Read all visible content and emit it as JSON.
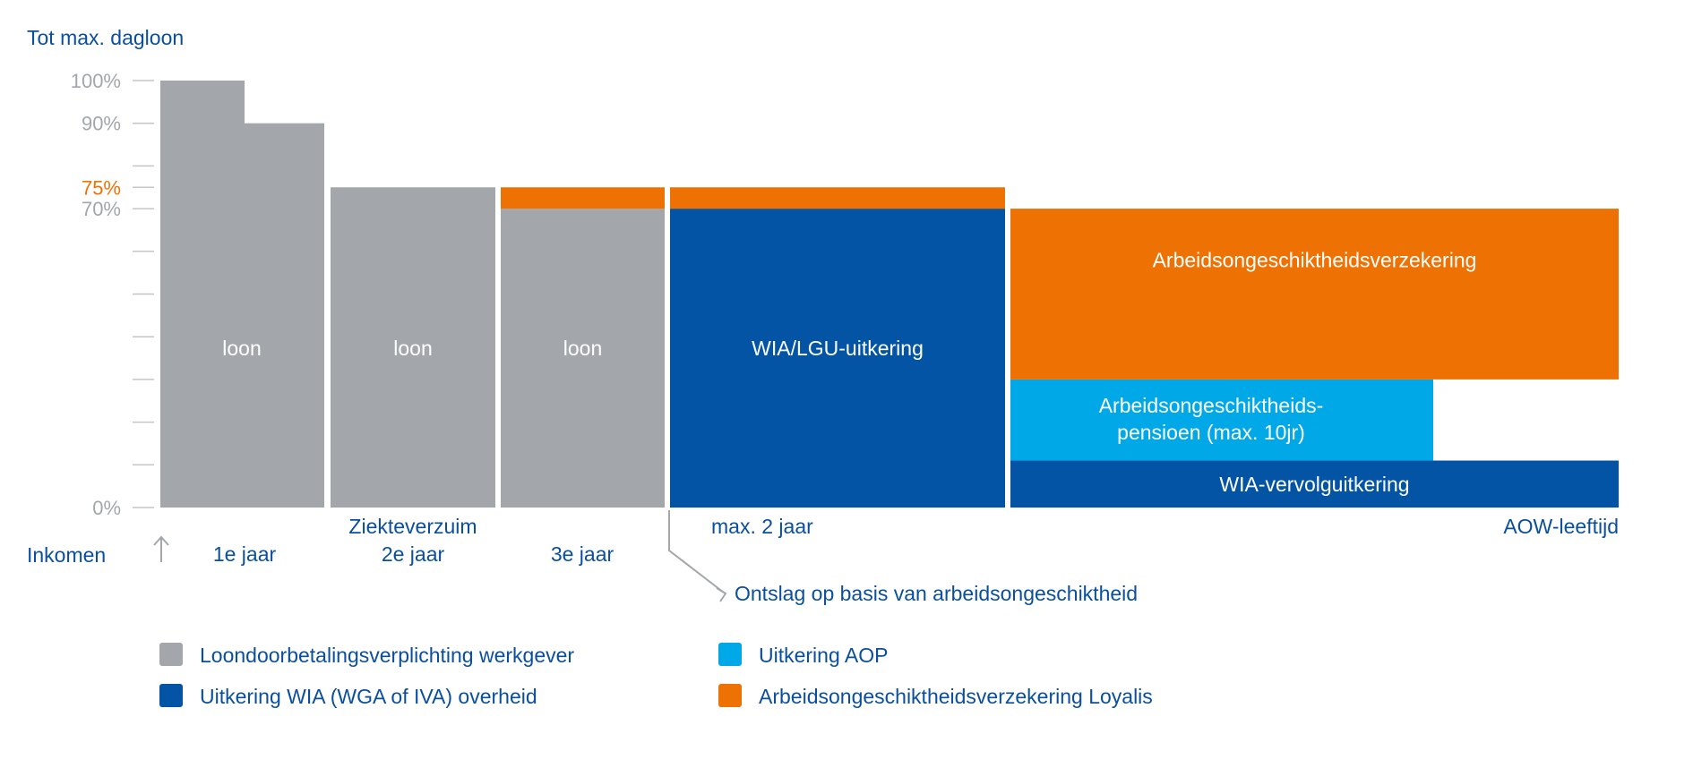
{
  "chart_data": {
    "type": "bar",
    "ylabel": "Tot max. dagloon",
    "xlabel": "Inkomen",
    "y_ticks": [
      {
        "value": 100,
        "label": "100%",
        "color": "grey"
      },
      {
        "value": 90,
        "label": "90%",
        "color": "grey"
      },
      {
        "value": 75,
        "label": "75%",
        "color": "orange"
      },
      {
        "value": 70,
        "label": "70%",
        "color": "grey"
      },
      {
        "value": 0,
        "label": "0%",
        "color": "grey"
      }
    ],
    "y_minor_ticks": [
      10,
      20,
      30,
      40,
      50,
      60,
      80
    ],
    "ylim": [
      0,
      100
    ],
    "colors": {
      "grey": "#a3a7ab",
      "blue": "#0354a5",
      "light_blue": "#00a8e8",
      "orange": "#ee7203",
      "text_blue": "#0a4f9e"
    },
    "x_labels": [
      {
        "key": "y1",
        "lines": [
          "1e jaar"
        ]
      },
      {
        "key": "y2",
        "lines": [
          "Ziekteverzuim",
          "2e jaar"
        ]
      },
      {
        "key": "y3",
        "lines": [
          "3e jaar"
        ]
      },
      {
        "key": "wia",
        "lines": [
          "max. 2 jaar"
        ]
      },
      {
        "key": "aow",
        "lines": [
          "AOW-leeftijd"
        ]
      }
    ],
    "annotation": "Ontslag op basis van arbeidsongeschiktheid",
    "segments": [
      {
        "period": "1e jaar (a)",
        "series": "werkgever",
        "from": 0,
        "to": 100,
        "label": ""
      },
      {
        "period": "1e jaar (b)",
        "series": "werkgever",
        "from": 0,
        "to": 90,
        "label": ""
      },
      {
        "period": "2e jaar",
        "series": "werkgever",
        "from": 0,
        "to": 75,
        "label": "loon"
      },
      {
        "period": "3e jaar",
        "series": "werkgever",
        "from": 0,
        "to": 70,
        "label": "loon"
      },
      {
        "period": "3e jaar",
        "series": "loyalis",
        "from": 70,
        "to": 75,
        "label": ""
      },
      {
        "period": "max. 2 jaar",
        "series": "wia",
        "from": 0,
        "to": 70,
        "label": "WIA/LGU-uitkering"
      },
      {
        "period": "max. 2 jaar",
        "series": "loyalis",
        "from": 70,
        "to": 75,
        "label": ""
      },
      {
        "period": "tot AOW-leeftijd",
        "series": "wia",
        "from": 0,
        "to": 11,
        "label": "WIA-vervolguitkering"
      },
      {
        "period": "tot AOW-leeftijd (max. 10jr)",
        "series": "aop",
        "from": 11,
        "to": 30,
        "label_lines": [
          "Arbeidsongeschiktheids-",
          "pensioen (max. 10jr)"
        ]
      },
      {
        "period": "tot AOW-leeftijd",
        "series": "loyalis",
        "from": 30,
        "to": 70,
        "label": "Arbeidsongeschiktheidsverzekering"
      }
    ],
    "bar1_label": "loon",
    "legend": [
      {
        "key": "werkgever",
        "label": "Loondoorbetalingsverplichting werkgever",
        "color": "#a3a7ab"
      },
      {
        "key": "aop",
        "label": "Uitkering AOP",
        "color": "#00a8e8"
      },
      {
        "key": "wia",
        "label": "Uitkering WIA (WGA of IVA) overheid",
        "color": "#0354a5"
      },
      {
        "key": "loyalis",
        "label": "Arbeidsongeschiktheidsverzekering Loyalis",
        "color": "#ee7203"
      }
    ]
  }
}
